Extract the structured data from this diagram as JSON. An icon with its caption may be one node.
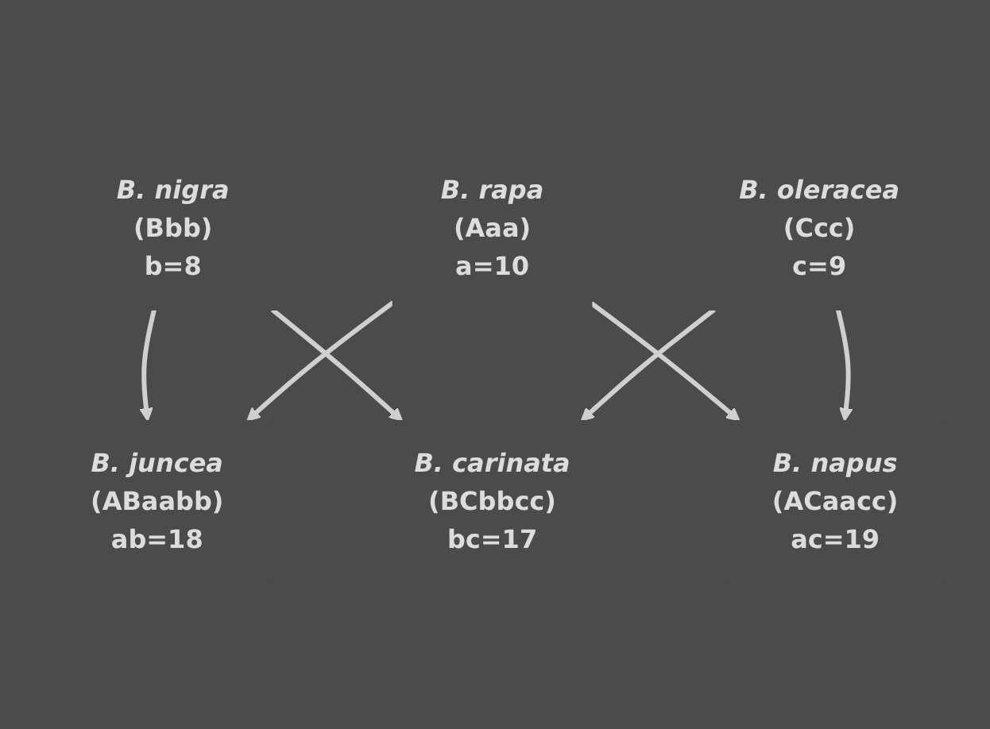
{
  "diagram": {
    "nodes": [
      {
        "text": [
          "B. nigra",
          "(Bbb)",
          "b=8"
        ]
      },
      {
        "text": [
          "B. juncea",
          "(ABaabb)",
          "ab=18"
        ]
      },
      {
        "text": [
          "B. carinata",
          "(BCbbcc)",
          "bc=17"
        ]
      },
      {
        "text": [
          "B. rapa",
          "(Aaa)",
          "a=10"
        ]
      },
      {
        "text": [
          "B. oleracea",
          "(Ccc)",
          "c=9"
        ]
      },
      {
        "text": [
          "B. napus",
          "(ACaacc)",
          "ac=19"
        ]
      }
    ],
    "edges": [
      {
        "from": 0,
        "to": 1,
        "arrow": "to"
      },
      {
        "from": 0,
        "to": 2,
        "arrow": "to"
      },
      {
        "from": 3,
        "to": 1,
        "arrow": "to"
      },
      {
        "from": 4,
        "to": 2,
        "arrow": "to"
      },
      {
        "from": 3,
        "to": 5,
        "arrow": "to"
      },
      {
        "from": 4,
        "to": 5,
        "arrow": "to"
      }
    ]
  }
}
